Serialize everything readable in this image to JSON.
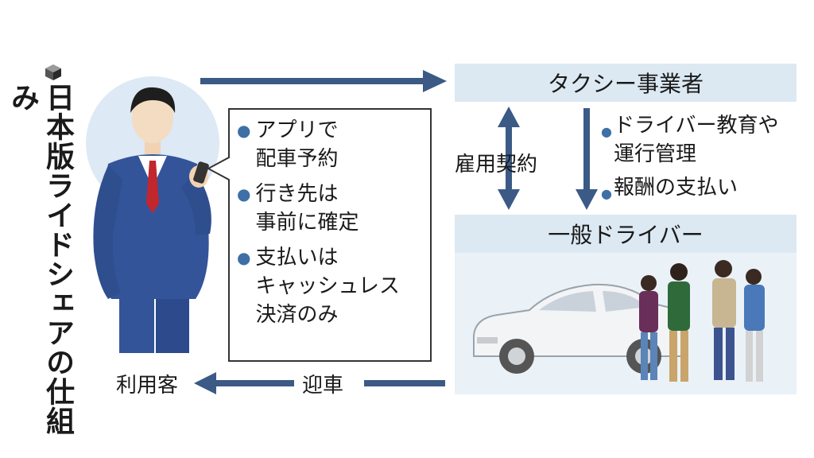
{
  "title": "日本版ライドシェアの仕組み",
  "nodes": {
    "operator": "タクシー事業者",
    "driver": "一般ドライバー",
    "customer": "利用客"
  },
  "edges": {
    "employment": "雇用契約",
    "pickup": "迎車"
  },
  "operator_notes": [
    "ドライバー教育や",
    "運行管理",
    "報酬の支払い"
  ],
  "bubble": [
    {
      "lines": [
        "アプリで",
        "配車予約"
      ]
    },
    {
      "lines": [
        "行き先は",
        "事前に確定"
      ]
    },
    {
      "lines": [
        "支払いは",
        "キャッシュレス",
        "決済のみ"
      ]
    }
  ],
  "colors": {
    "arrow": "#3b5a86",
    "box": "#dce9f3",
    "box_light": "#eaf2f8",
    "suit": "#34549a",
    "tie": "#c1272d"
  }
}
